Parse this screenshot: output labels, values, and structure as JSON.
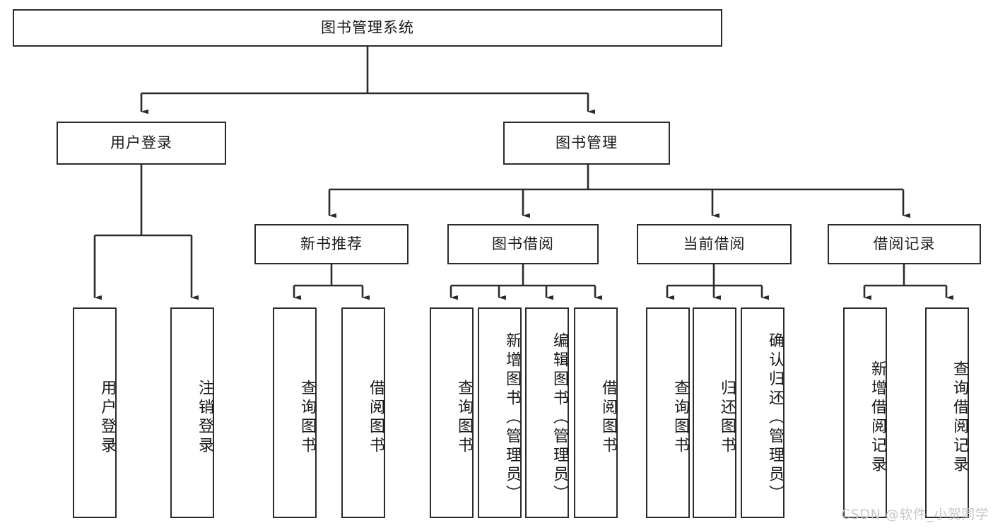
{
  "diagram": {
    "title": "图书管理系统",
    "type": "tree-hierarchy-diagram",
    "watermark": "CSDN @软件_小贺同学",
    "colors": {
      "stroke": "#2b2b2b",
      "fill": "#ffffff",
      "text": "#1a1a1a",
      "watermark": "#c8c8c8"
    },
    "levels": {
      "level1": [
        {
          "id": "root",
          "label": "图书管理系统"
        }
      ],
      "level2": [
        {
          "id": "user-login",
          "label": "用户登录"
        },
        {
          "id": "book-management",
          "label": "图书管理"
        }
      ],
      "level3": [
        {
          "id": "new-book-recommend",
          "label": "新书推荐"
        },
        {
          "id": "book-borrow",
          "label": "图书借阅"
        },
        {
          "id": "current-borrow",
          "label": "当前借阅"
        },
        {
          "id": "borrow-record",
          "label": "借阅记录"
        }
      ],
      "level4": [
        {
          "id": "leaf-user-login",
          "label": "用户登录",
          "parent": "user-login"
        },
        {
          "id": "leaf-logout-login",
          "label": "注销登录",
          "parent": "user-login"
        },
        {
          "id": "leaf-query-book-1",
          "label": "查询图书",
          "parent": "new-book-recommend"
        },
        {
          "id": "leaf-borrow-book-1",
          "label": "借阅图书",
          "parent": "new-book-recommend"
        },
        {
          "id": "leaf-query-book-2",
          "label": "查询图书",
          "parent": "book-borrow"
        },
        {
          "id": "leaf-add-book",
          "label": "新增图书（管理员）",
          "parent": "book-borrow"
        },
        {
          "id": "leaf-edit-book",
          "label": "编辑图书（管理员）",
          "parent": "book-borrow"
        },
        {
          "id": "leaf-borrow-book-2",
          "label": "借阅图书",
          "parent": "book-borrow"
        },
        {
          "id": "leaf-query-book-3",
          "label": "查询图书",
          "parent": "current-borrow"
        },
        {
          "id": "leaf-return-book",
          "label": "归还图书",
          "parent": "current-borrow"
        },
        {
          "id": "leaf-confirm-return",
          "label": "确认归还（管理员）",
          "parent": "current-borrow"
        },
        {
          "id": "leaf-add-record",
          "label": "新增借阅记录",
          "parent": "borrow-record"
        },
        {
          "id": "leaf-query-record",
          "label": "查询借阅记录",
          "parent": "borrow-record"
        }
      ]
    }
  }
}
